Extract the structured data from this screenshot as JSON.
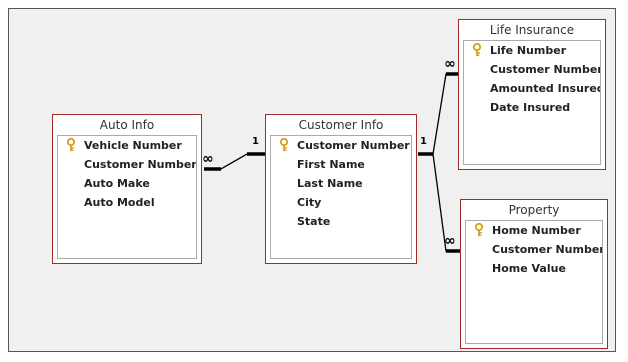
{
  "tables": {
    "auto_info": {
      "title": "Auto Info",
      "fields": [
        {
          "name": "Vehicle Number",
          "icon": "key-icon"
        },
        {
          "name": "Customer Number"
        },
        {
          "name": "Auto Make"
        },
        {
          "name": "Auto Model"
        }
      ]
    },
    "customer_info": {
      "title": "Customer Info",
      "fields": [
        {
          "name": "Customer Number",
          "icon": "key-icon"
        },
        {
          "name": "First Name"
        },
        {
          "name": "Last Name"
        },
        {
          "name": "City"
        },
        {
          "name": "State"
        }
      ]
    },
    "life_insurance": {
      "title": "Life Insurance",
      "fields": [
        {
          "name": "Life Number",
          "icon": "key-icon"
        },
        {
          "name": "Customer Number"
        },
        {
          "name": "Amounted Insured"
        },
        {
          "name": "Date Insured"
        }
      ]
    },
    "property": {
      "title": "Property",
      "fields": [
        {
          "name": "Home Number",
          "icon": "key-icon"
        },
        {
          "name": "Customer Number"
        },
        {
          "name": "Home Value"
        }
      ]
    }
  },
  "relationships": [
    {
      "from": "Customer Info",
      "to": "Auto Info",
      "one_label": "1",
      "many_label": "∞"
    },
    {
      "from": "Customer Info",
      "to": "Life Insurance",
      "one_label": "1",
      "many_label": "∞"
    },
    {
      "from": "Customer Info",
      "to": "Property",
      "one_label": "1",
      "many_label": "∞"
    }
  ],
  "colors": {
    "table_border": "#a52a2a",
    "line": "#000000",
    "canvas_bg": "#f0f0f0",
    "key_icon": "#d4a017"
  }
}
